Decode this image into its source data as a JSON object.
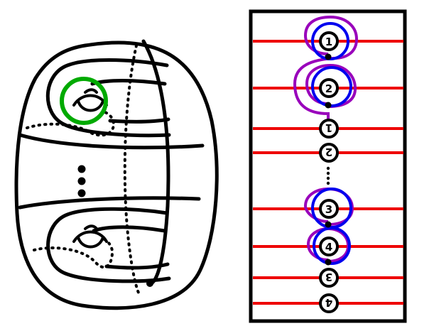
{
  "surface": {
    "handle_count_dots": 3
  },
  "chart_panel": {
    "lines": 8,
    "disks": [
      {
        "label": "1",
        "rotated": false
      },
      {
        "label": "2",
        "rotated": false
      },
      {
        "label": "1",
        "rotated": true
      },
      {
        "label": "2",
        "rotated": true
      },
      {
        "label": "3",
        "rotated": false
      },
      {
        "label": "4",
        "rotated": false
      },
      {
        "label": "3",
        "rotated": true
      },
      {
        "label": "4",
        "rotated": true
      }
    ]
  },
  "colors": {
    "curve_green": "#00aa00",
    "line_red": "#ee0000",
    "curve_blue": "#0000ee",
    "curve_purple": "#9900bb"
  }
}
